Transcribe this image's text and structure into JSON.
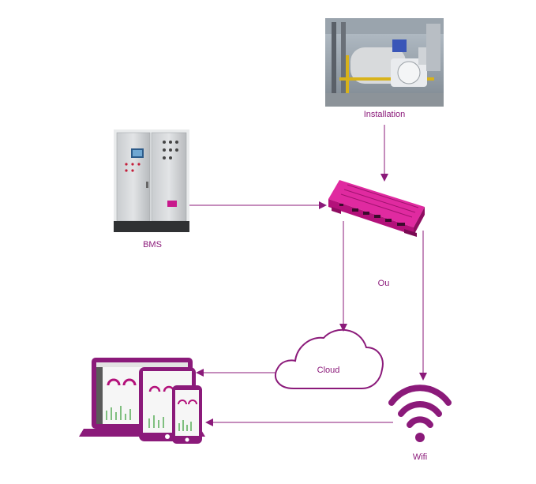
{
  "labels": {
    "installation": "Installation",
    "bms": "BMS",
    "ou": "Ou",
    "cloud": "Cloud",
    "wifi": "Wifi"
  },
  "colors": {
    "accent": "#8b1a7a",
    "device": "#c8198c",
    "arrow": "#a0408f"
  }
}
